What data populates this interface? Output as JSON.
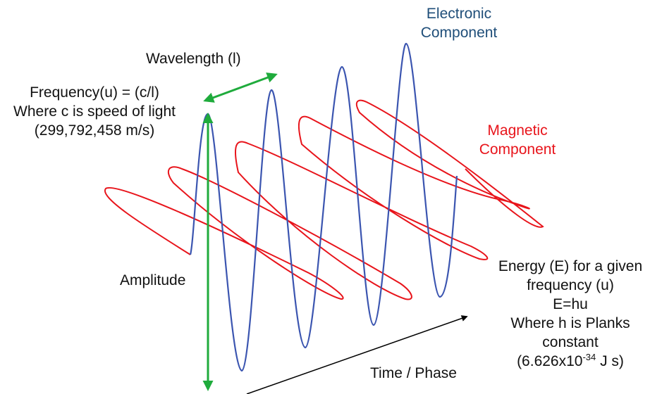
{
  "labels": {
    "electronic_1": "Electronic",
    "electronic_2": "Component",
    "wavelength": "Wavelength (l)",
    "frequency_1": "Frequency(u) =  (c/l)",
    "frequency_2": "Where c is speed of light",
    "frequency_3": "(299,792,458 m/s)",
    "magnetic_1": "Magnetic",
    "magnetic_2": "Component",
    "amplitude": "Amplitude",
    "energy_1": "Energy (E) for a given",
    "energy_2": "frequency (u)",
    "energy_3": "E=hu",
    "energy_4": "Where h is Planks",
    "energy_5": "constant",
    "energy_6a": "(6.626x10",
    "energy_6sup": "-34",
    "energy_6b": " J s)",
    "time_phase": "Time / Phase"
  },
  "colors": {
    "electronic_wave": "#3b55b0",
    "magnetic_wave": "#e8141b",
    "indicator_arrows": "#1fab3c",
    "time_axis": "#000000",
    "electronic_text": "#1f4e79",
    "magnetic_text": "#e8141b"
  }
}
